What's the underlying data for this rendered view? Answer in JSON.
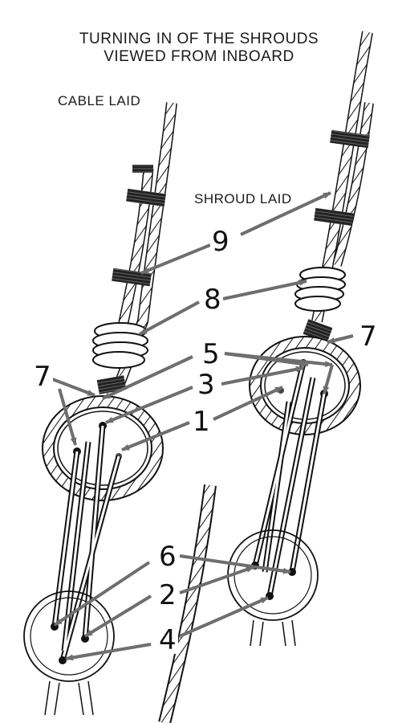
{
  "title": {
    "line1": "TURNING IN OF THE SHROUDS",
    "line2": "VIEWED FROM INBOARD"
  },
  "labels": {
    "cable_laid": "CABLE LAID",
    "shroud_laid": "SHROUD LAID"
  },
  "callouts": [
    "9",
    "8",
    "5",
    "7",
    "7",
    "3",
    "1",
    "6",
    "2",
    "4"
  ],
  "colors": {
    "ink": "#111111",
    "arrow": "#6e6e6e",
    "paper": "#ffffff"
  }
}
